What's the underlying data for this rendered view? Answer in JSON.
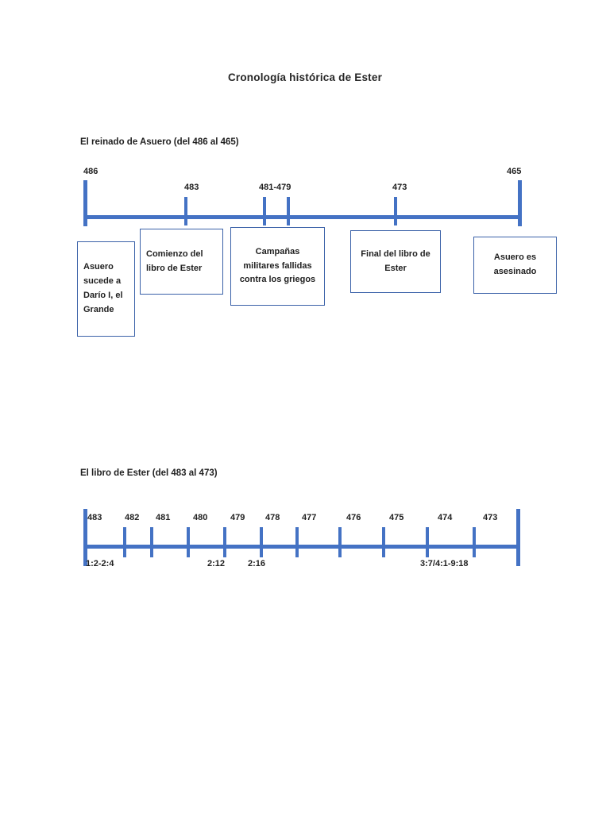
{
  "document": {
    "title": "Cronología histórica de Ester"
  },
  "sections": [
    {
      "heading": "El reinado de Asuero (del 486 al 465)",
      "timeline": {
        "start_year": "486",
        "end_year": "465",
        "markers": [
          {
            "label": "486",
            "position": "start"
          },
          {
            "label": "483",
            "position": "tick"
          },
          {
            "label": "481-479",
            "position": "tick-pair"
          },
          {
            "label": "473",
            "position": "tick"
          },
          {
            "label": "465",
            "position": "end"
          }
        ]
      },
      "event_boxes": [
        {
          "text": "Asuero sucede a Darío I, el Grande",
          "align": "left"
        },
        {
          "text": "Comienzo del libro de Ester",
          "align": "left"
        },
        {
          "text": "Campañas militares fallidas contra los griegos",
          "align": "center"
        },
        {
          "text": "Final del libro de Ester",
          "align": "center"
        },
        {
          "text": "Asuero es asesinado",
          "align": "center"
        }
      ]
    },
    {
      "heading": "El libro de Ester (del 483 al 473)",
      "timeline": {
        "start_year": "483",
        "end_year": "473",
        "years": [
          "483",
          "482",
          "481",
          "480",
          "479",
          "478",
          "477",
          "476",
          "475",
          "474",
          "473"
        ],
        "references": [
          {
            "text": "1:2-2:4"
          },
          {
            "text": "2:12"
          },
          {
            "text": "2:16"
          },
          {
            "text": "3:7/4:1-9:18"
          }
        ]
      }
    }
  ],
  "colors": {
    "timeline_blue": "#4472C4",
    "box_border": "#3A61A8",
    "text": "#1f1f1f",
    "background": "#ffffff"
  }
}
